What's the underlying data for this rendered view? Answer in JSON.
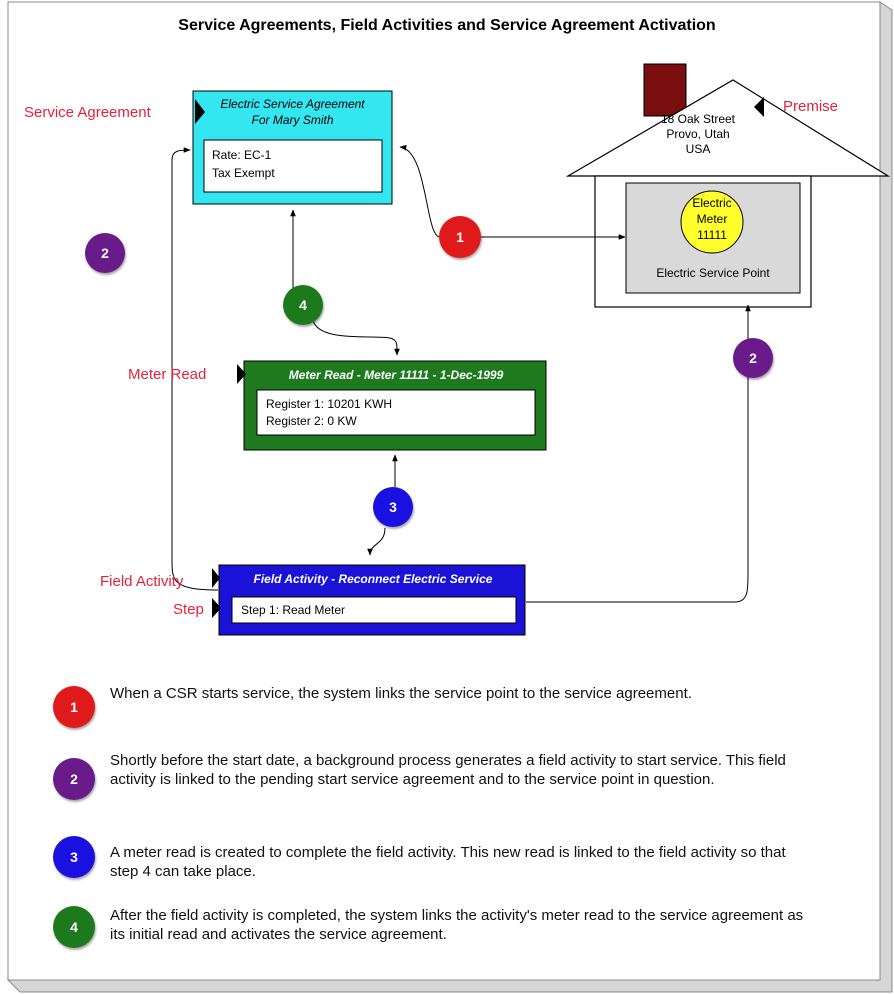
{
  "title": "Service Agreements, Field Activities and Service Agreement Activation",
  "labels": {
    "service_agreement": "Service Agreement",
    "premise": "Premise",
    "meter_read": "Meter Read",
    "field_activity": "Field Activity",
    "step": "Step"
  },
  "service_agreement_box": {
    "title_line1": "Electric Service Agreement",
    "title_line2": "For Mary Smith",
    "line1": "Rate: EC-1",
    "line2": "Tax Exempt"
  },
  "premise": {
    "address_line1": "18 Oak Street",
    "address_line2": "Provo, Utah",
    "address_line3": "USA",
    "meter_line1": "Electric",
    "meter_line2": "Meter",
    "meter_line3": "11111",
    "service_point": "Electric Service Point"
  },
  "meter_read_box": {
    "title": "Meter Read - Meter 11111 - 1-Dec-1999",
    "line1": "Register 1: 10201 KWH",
    "line2": "Register 2:  0 KW"
  },
  "field_activity_box": {
    "title": "Field Activity - Reconnect Electric Service",
    "line1": "Step 1: Read Meter"
  },
  "markers": {
    "m1": "1",
    "m2": "2",
    "m3": "3",
    "m4": "4"
  },
  "legend": [
    {
      "number": "1",
      "text": "When a CSR starts service, the system links the service point to the service agreement."
    },
    {
      "number": "2",
      "text": "Shortly before the start date, a background process generates a field activity to start service.  This field activity is linked to the pending start service agreement and to the service point in question."
    },
    {
      "number": "3",
      "text": "A meter read is created to complete the field activity.  This new read is linked to the field activity so that step 4 can take place."
    },
    {
      "number": "4",
      "text": "After the field activity is completed, the system links the activity's meter read to the service agreement as its initial read and activates the service agreement."
    }
  ],
  "colors": {
    "agreement_box": "#33e6f0",
    "meter_read_box": "#1f7a1f",
    "field_activity_box": "#1a12d6",
    "marker_1": "#e01a1a",
    "marker_2": "#6a1b8a",
    "marker_3": "#1a10e0",
    "marker_4": "#1c7a1c",
    "label_red": "#e8213a",
    "chimney": "#7a0d0d",
    "meter": "#ffff2e"
  }
}
